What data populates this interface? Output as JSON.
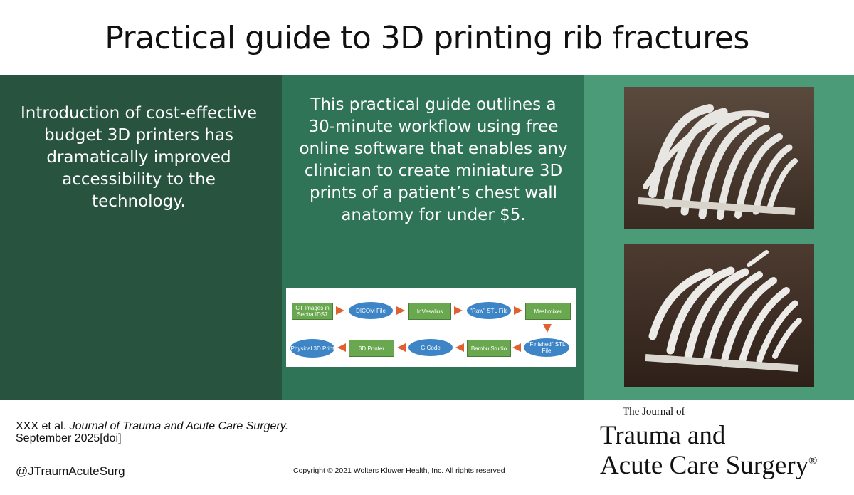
{
  "title": "Practical guide to 3D printing rib fractures",
  "panel_left_text": "Introduction of cost-effective budget 3D printers has dramatically improved accessibility to the technology.",
  "panel_middle_text": "This practical guide outlines a 30-minute workflow using free online software that enables any clinician to create miniature 3D prints of a patient’s chest wall anatomy for under $5.",
  "flowchart": {
    "nodes": [
      "CT Images in Sectra IDS7",
      "DICOM File",
      "InVesalius",
      "\"Raw\" STL File",
      "Meshmixer",
      "\"Finished\" STL File",
      "Bambu Studio",
      "G Code",
      "3D Printer",
      "Physical 3D Print"
    ]
  },
  "citation": {
    "authors": "XXX et al.",
    "journal": "Journal of Trauma and Acute Care Surgery.",
    "date": "September 2025[doi]"
  },
  "handle": "@JTraumAcuteSurg",
  "copyright": "Copyright © 2021  Wolters Kluwer Health, Inc. All rights reserved",
  "logo": {
    "line1": "The Journal of",
    "line2": "Trauma and",
    "line3": "Acute Care Surgery",
    "mark": "®"
  },
  "colors": {
    "panel_left": "#27533f",
    "panel_middle": "#2f7457",
    "panel_right": "#4b9a78",
    "flow_rect": "#6aa84f",
    "flow_ellipse": "#3d85c6",
    "flow_arrow": "#e06030"
  }
}
